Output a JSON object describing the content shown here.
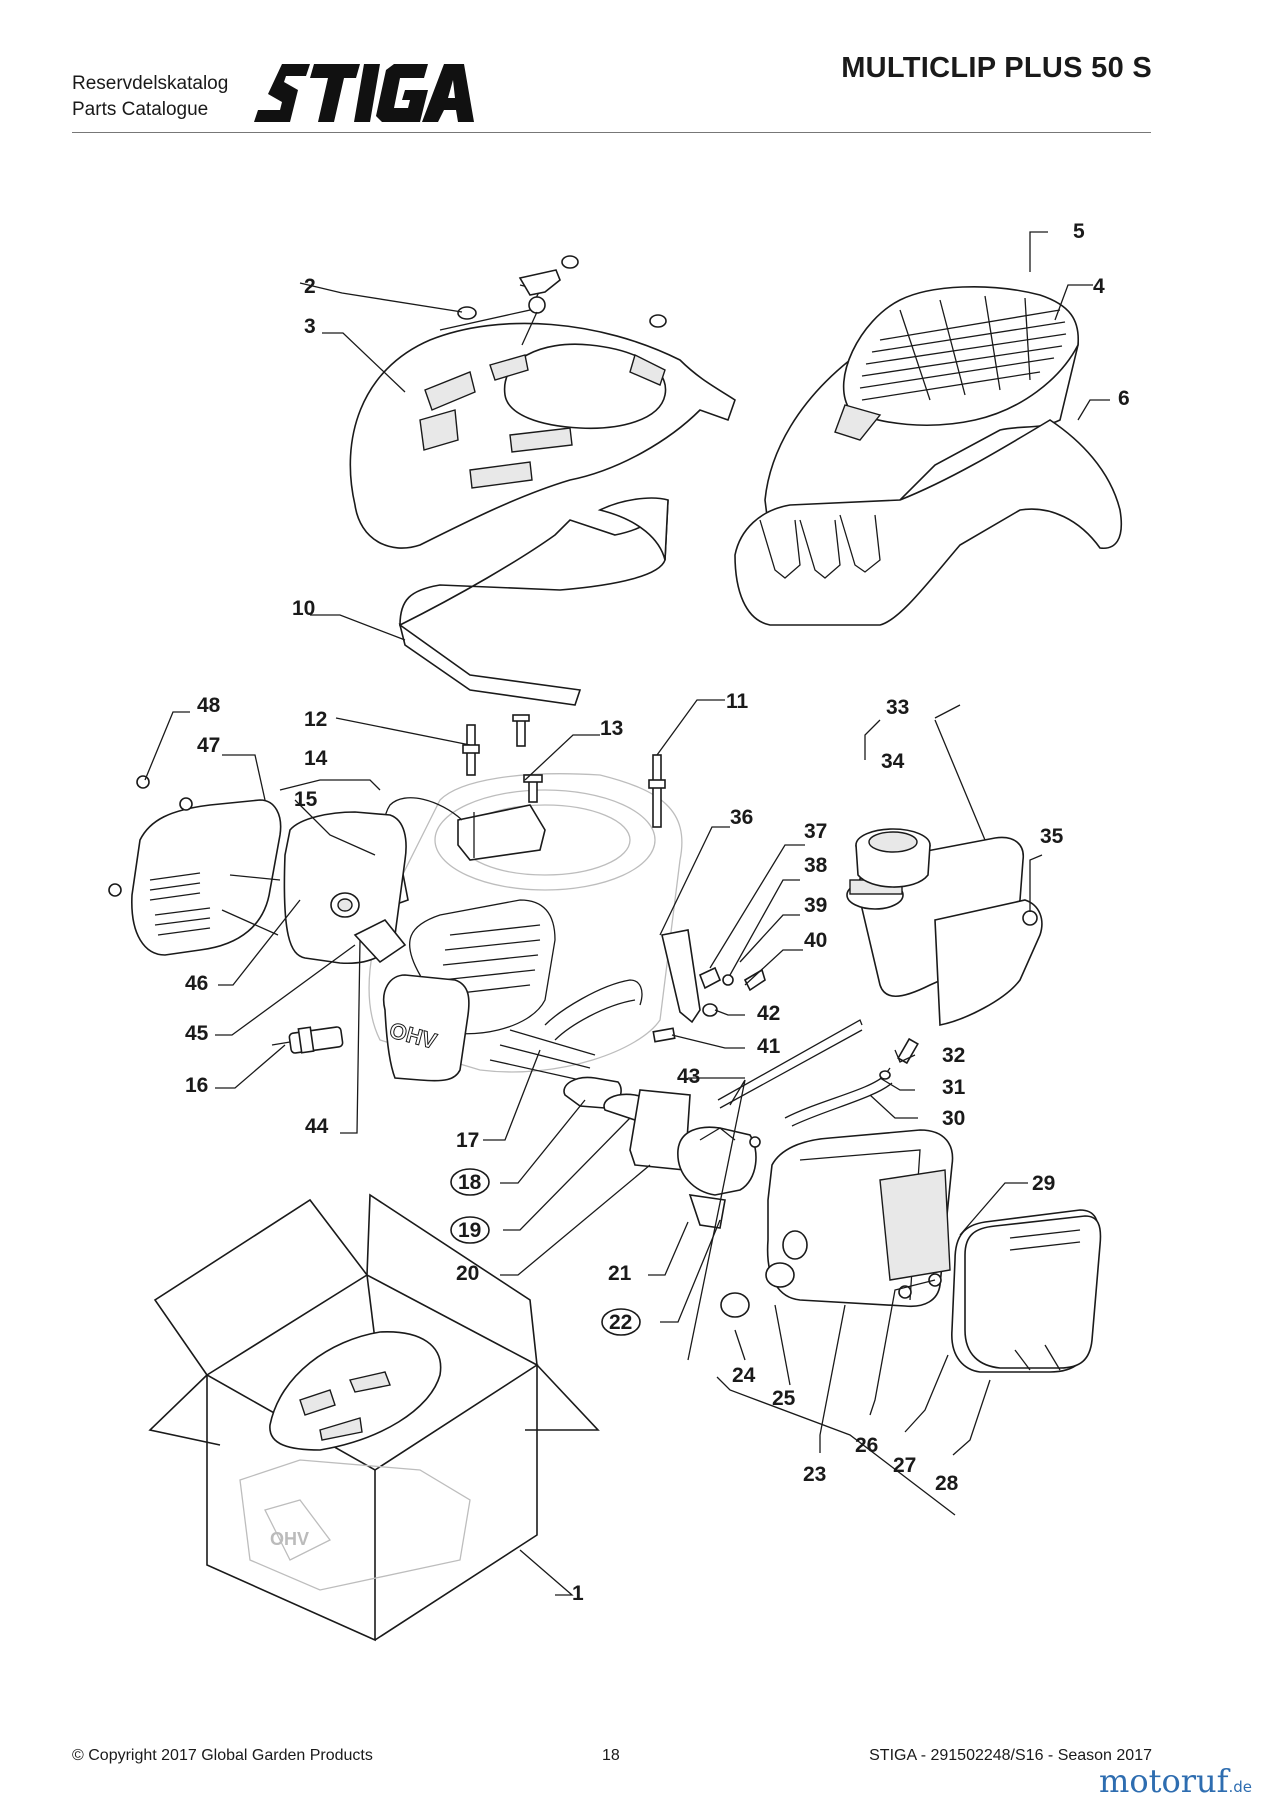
{
  "header": {
    "catalogue_sv": "Reservdelskatalog",
    "catalogue_en": "Parts Catalogue",
    "brand_logo": "STIGA",
    "model": "MULTICLIP PLUS 50 S"
  },
  "diagram": {
    "callouts": [
      "1",
      "2",
      "3",
      "4",
      "5",
      "6",
      "10",
      "11",
      "12",
      "13",
      "14",
      "15",
      "16",
      "17",
      "18",
      "19",
      "20",
      "21",
      "22",
      "23",
      "24",
      "25",
      "26",
      "27",
      "28",
      "29",
      "30",
      "31",
      "32",
      "33",
      "34",
      "35",
      "36",
      "37",
      "38",
      "39",
      "40",
      "41",
      "42",
      "43",
      "44",
      "45",
      "46",
      "47",
      "48"
    ],
    "circled_callouts": [
      "18",
      "19",
      "22"
    ],
    "engine_marking": "OHV"
  },
  "footer": {
    "copyright": "© Copyright 2017 Global Garden Products",
    "page_number": "18",
    "doc_ref": "STIGA - 291502248/S16 - Season 2017"
  },
  "watermark": {
    "name": "motoruf",
    "tld": ".de"
  },
  "colors": {
    "ink": "#1a1a1a",
    "rule": "#777777",
    "watermark_blue": "#2e6db0",
    "watermark_orange": "#e07020"
  }
}
